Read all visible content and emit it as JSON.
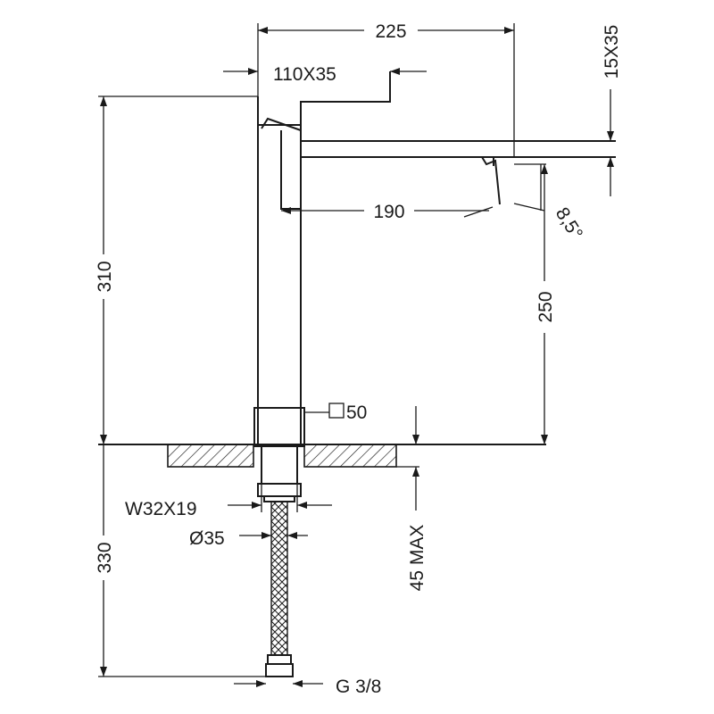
{
  "dimensions": {
    "overall_reach": "225",
    "handle_section": "110X35",
    "spout_section": "15X35",
    "spout_length": "190",
    "aerator_angle": "8,5°",
    "total_height": "310",
    "spout_height": "250",
    "base_square": "50",
    "deck_thickness": "45 MAX",
    "shank_thread": "W32X19",
    "shank_diameter": "Ø35",
    "hose_length": "330",
    "hose_connection": "G 3/8"
  }
}
